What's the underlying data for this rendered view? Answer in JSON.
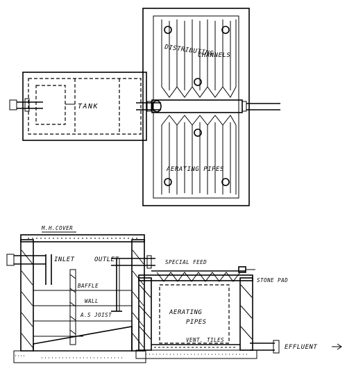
{
  "labels": {
    "distributing": "DISTRIBUTING",
    "channels": "CHANNELS",
    "tank": "TANK",
    "aerating_pipes_plan": "AERATING PIPES",
    "mh_cover": "M.H.COVER",
    "inlet": "INLET",
    "outlet": "OUTLET",
    "special_feed": "SPECIAL FEED",
    "stone_pad": "STONE PAD",
    "baffle": "BAFFLE",
    "wall": "WALL",
    "joist": "A.S JOIST",
    "aerating": "AERATING",
    "pipes": "PIPES",
    "vent_tiles": "VENT. TILES",
    "effluent": "EFFLUENT"
  },
  "colors": {
    "ink": "#000000",
    "paper": "#ffffff"
  }
}
